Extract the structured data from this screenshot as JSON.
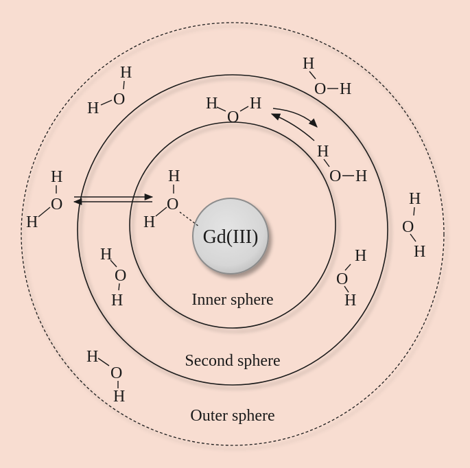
{
  "colors": {
    "background": "#f8ddd1",
    "line": "#1a1a1a",
    "nucleus_fill": "#d9d9d9"
  },
  "labels": {
    "center": "Gd(III)",
    "inner": "Inner sphere",
    "second": "Second sphere",
    "outer": "Outer sphere"
  },
  "atoms": {
    "hydrogen": "H",
    "oxygen": "O"
  }
}
